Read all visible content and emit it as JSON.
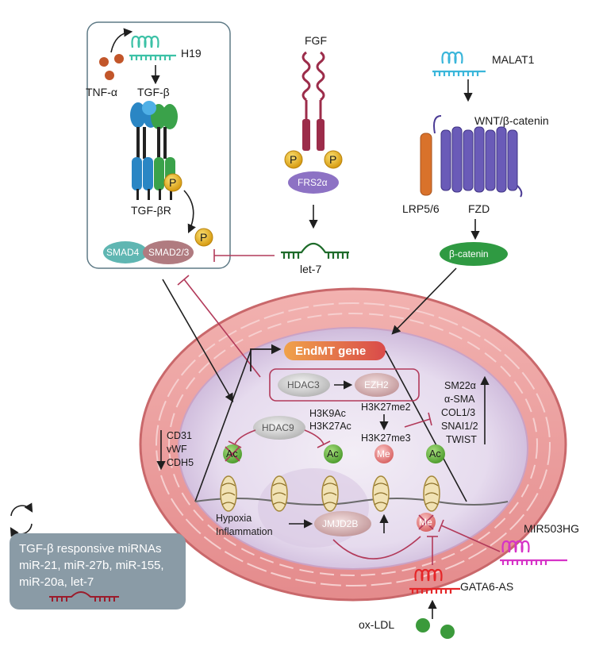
{
  "labels": {
    "h19": "H19",
    "tnf": "TNF-α",
    "tgfb": "TGF-β",
    "tgfbr": "TGF-βR",
    "p": "P",
    "smad4": "SMAD4",
    "smad23": "SMAD2/3",
    "fgf": "FGF",
    "frs2a": "FRS2α",
    "let7": "let-7",
    "malat1": "MALAT1",
    "wnt": "WNT/β-catenin",
    "lrp": "LRP5/6",
    "fzd": "FZD",
    "bcatenin": "β-catenin",
    "endmt": "EndMT gene",
    "hdac3": "HDAC3",
    "ezh2": "EZH2",
    "hdac9": "HDAC9",
    "h3k9ac": "H3K9Ac",
    "h3k27ac": "H3K27Ac",
    "h3k27me2": "H3K27me2",
    "h3k27me3": "H3K27me3",
    "ac": "Ac",
    "me": "Me",
    "cd31": "CD31",
    "vwf": "vWF",
    "cdh5": "CDH5",
    "sm22a": "SM22α",
    "asma": "α-SMA",
    "col": "COL1/3",
    "snai": "SNAI1/2",
    "twist": "TWIST",
    "hypoxia": "Hypoxia",
    "inflammation": "Inflammation",
    "jmjd2b": "JMJD2B",
    "mir503hg": "MIR503HG",
    "gata6as": "GATA6-AS",
    "oxldl": "ox-LDL"
  },
  "mirna_box": {
    "line1": "TGF-β responsive miRNAs",
    "line2": "miR-21, miR-27b, miR-155,",
    "line3": "miR-20a, let-7"
  },
  "colors": {
    "tgfb_blue": "#2a86c4",
    "tgfb_green": "#3aa24a",
    "phospho": "#e7b21b",
    "fgf_receptor": "#9c2c4a",
    "frs2a": "#8d72c4",
    "mem_purple": "#5a4ba6",
    "lrp": "#d9722b",
    "bcatenin": "#2f9a42",
    "nucleus_border": "#d97b80",
    "nucleus_fill": "#e9dcef",
    "endmt": "#e36a2b",
    "inhibit": "#b23a5a",
    "mirna_box": "#8a9ba6",
    "h19": "#3cc1a6",
    "malat1": "#3ab6da",
    "mir503hg": "#d633c7",
    "gata6as": "#e52628",
    "ac_green": "#6ab547",
    "me_red": "#e07a7a"
  }
}
